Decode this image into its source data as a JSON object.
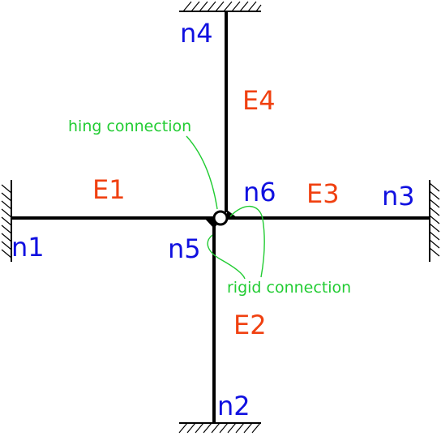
{
  "colors": {
    "node": "#1010e0",
    "element": "#f04010",
    "annotation": "#22cc33",
    "member": "#000000"
  },
  "nodes": {
    "n1": "n1",
    "n2": "n2",
    "n3": "n3",
    "n4": "n4",
    "n5": "n5",
    "n6": "n6"
  },
  "elements": {
    "E1": "E1",
    "E2": "E2",
    "E3": "E3",
    "E4": "E4"
  },
  "annotations": {
    "hinge": "hing connection",
    "rigid": "rigid connection"
  }
}
